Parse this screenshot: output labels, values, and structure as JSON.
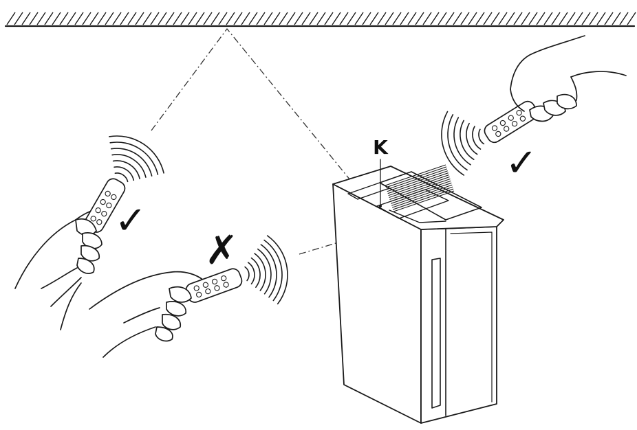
{
  "diagram": {
    "part_label": "K",
    "mark_good_left": "✓",
    "mark_good_right": "✓",
    "mark_bad": "✗",
    "colors": {
      "ink": "#1a1a1a",
      "background": "#ffffff"
    },
    "icons": [
      "ceiling-hatch",
      "remote-control-hand",
      "signal-waves",
      "check-mark-icon",
      "cross-mark-icon",
      "appliance-unit"
    ]
  }
}
